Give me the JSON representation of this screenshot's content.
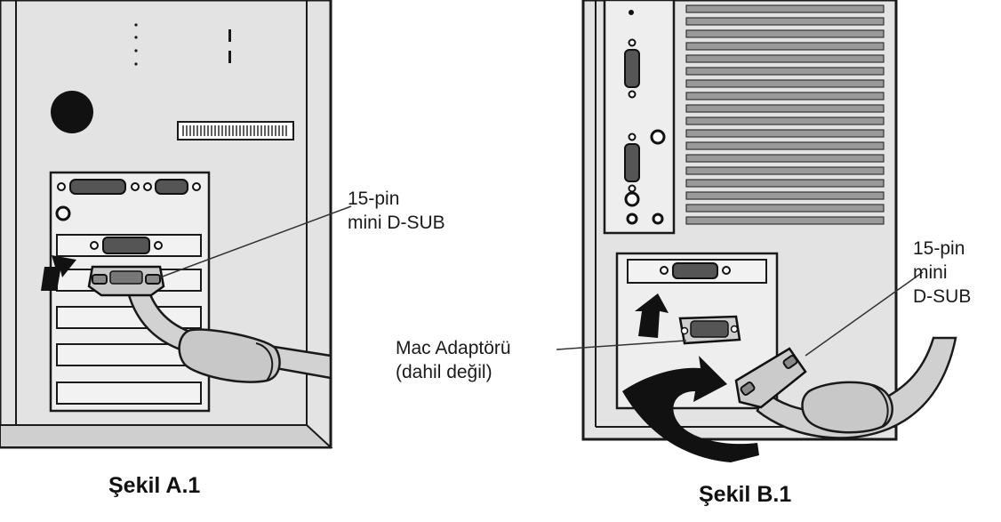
{
  "figure_a": {
    "connector_label": [
      "15-pin",
      "mini D-SUB"
    ],
    "caption": "Şekil A.1"
  },
  "figure_b": {
    "connector_label": [
      "15-pin",
      "mini",
      "D-SUB"
    ],
    "adapter_label": [
      "Mac Adaptörü",
      "(dahil değil)"
    ],
    "caption": "Şekil B.1"
  },
  "colors": {
    "case_fill": "#e2e2e2",
    "panel_fill": "#ececec",
    "outline": "#1a1a1a",
    "cable_fill": "#cfcfcf"
  }
}
